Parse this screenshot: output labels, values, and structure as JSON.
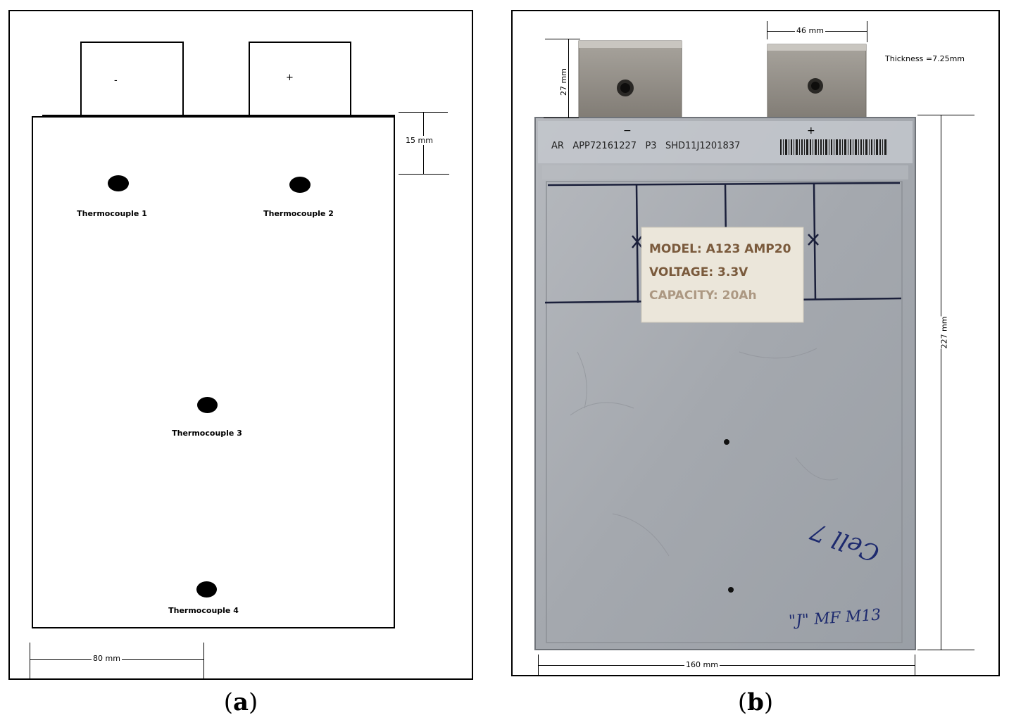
{
  "panel_a": {
    "tab_negative": "-",
    "tab_positive": "+",
    "dim_top": "15 mm",
    "dim_bottom": "80 mm",
    "thermocouples": [
      {
        "label": "Thermocouple 1"
      },
      {
        "label": "Thermocouple 2"
      },
      {
        "label": "Thermocouple 3"
      },
      {
        "label": "Thermocouple 4"
      }
    ],
    "caption_open": "(",
    "caption_letter": "a",
    "caption_close": ")"
  },
  "panel_b": {
    "dim_tab_width": "46 mm",
    "dim_tab_height": "27 mm",
    "thickness": "Thickness =7.25mm",
    "dim_height": "227 mm",
    "dim_width": "160 mm",
    "header_text": "AR   APP72161227   P3   SHD11J1201837",
    "tab_minus": "−",
    "tab_plus": "+",
    "label_lines": [
      "MODEL: A123 AMP20",
      "VOLTAGE: 3.3V",
      "CAPACITY: 20Ah"
    ],
    "handwriting_cell": "Cell 7",
    "handwriting_bottom": "\"J\" MF M13",
    "caption_open": "(",
    "caption_letter": "b",
    "caption_close": ")"
  },
  "colors": {
    "cell_silver": "#a9adb3",
    "tab_metal": "#8d8880",
    "label_paper": "#ebe6da",
    "marker_ink": "#1d2a6e"
  }
}
